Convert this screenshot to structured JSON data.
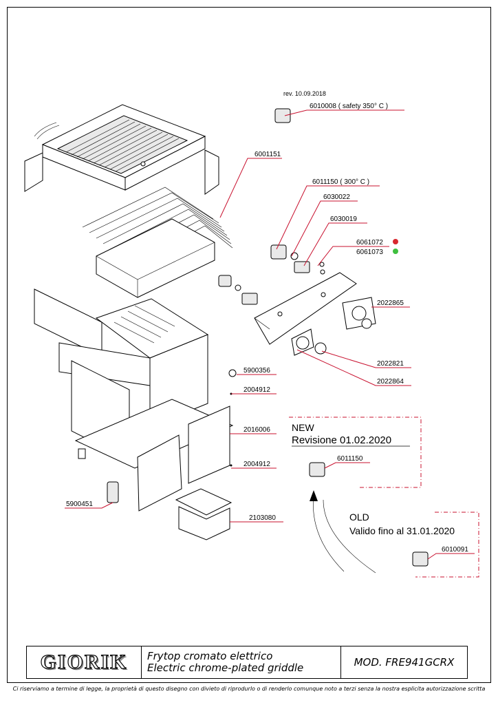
{
  "revision": "rev. 10.09.2018",
  "parts": {
    "p6010008": "6010008  ( safety 350° C )",
    "p6001151": "6001151",
    "p6011150_300": "6011150 ( 300° C )",
    "p6030022": "6030022",
    "p6030019": "6030019",
    "p6061072": "6061072",
    "p6061073": "6061073",
    "p2022865": "2022865",
    "p2022821": "2022821",
    "p2022864": "2022864",
    "p5900356": "5900356",
    "p2004912a": "2004912",
    "p2016006": "2016006",
    "p2004912b": "2004912",
    "p5900451": "5900451",
    "p2103080": "2103080",
    "p6011150_new": "6011150",
    "p6010091": "6010091"
  },
  "new_box": {
    "title": "NEW",
    "subtitle": "Revisione 01.02.2020"
  },
  "old_box": {
    "title": "OLD",
    "subtitle": "Valido fino al 31.01.2020"
  },
  "status_colors": {
    "red": "#d8282f",
    "green": "#3fbf3f"
  },
  "title_block": {
    "logo": "GIORIK",
    "desc_it": "Frytop cromato elettrico",
    "desc_en": "Electric chrome-plated griddle",
    "model": "MOD. FRE941GCRX"
  },
  "copyright": "Ci riserviamo a termine di legge, la proprietà di questo disegno con divieto di riprodurlo o di renderlo comunque noto a terzi senza la nostra esplicita autorizzazione scritta"
}
